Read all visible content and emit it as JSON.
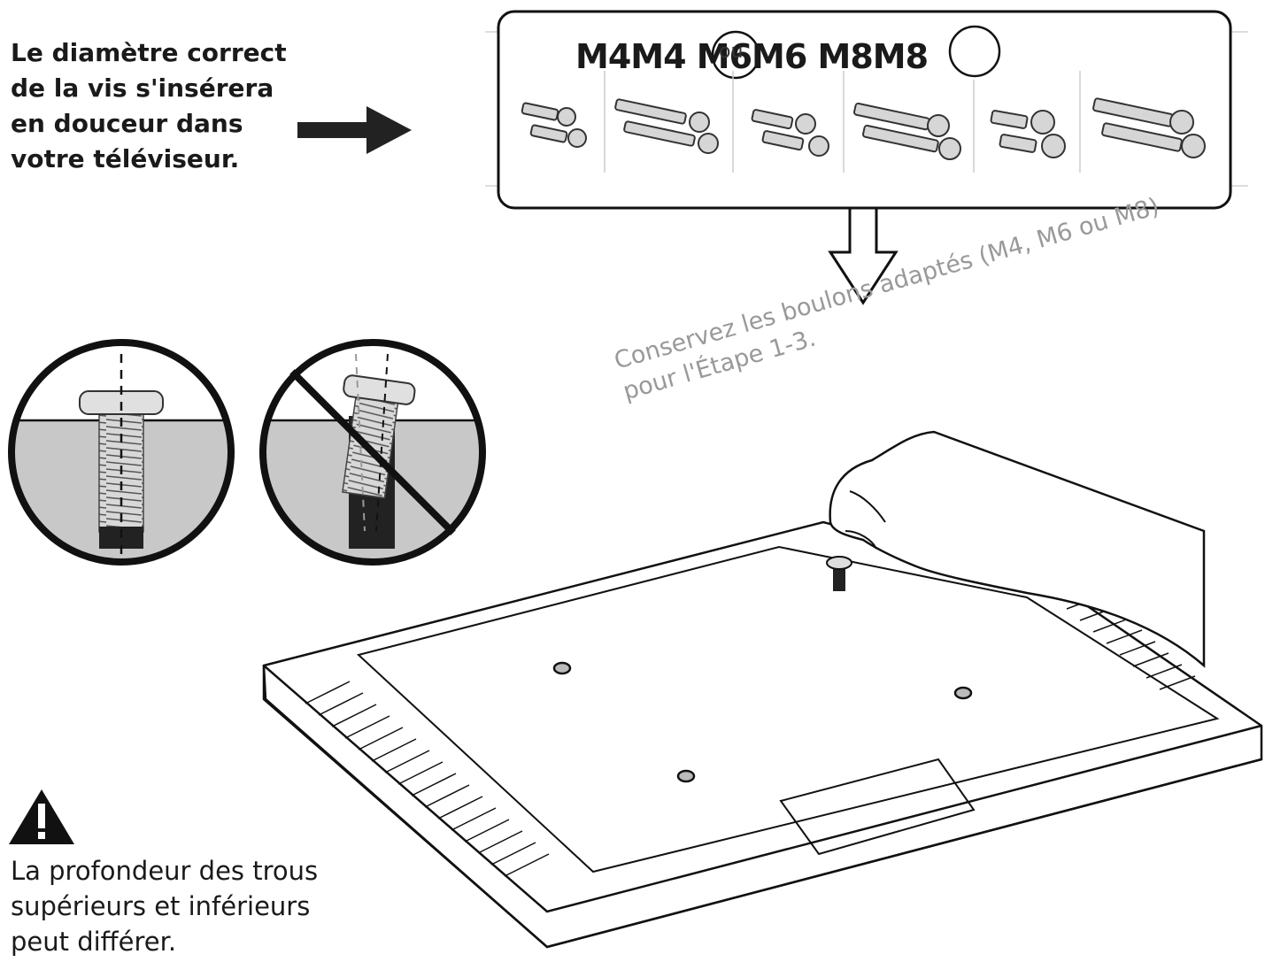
{
  "intro": {
    "lines": [
      "Le diamètre correct",
      "de la vis s'insérera",
      "en douceur dans",
      "votre téléviseur."
    ]
  },
  "screw_sizes": {
    "labels": [
      "M4M4",
      "M6M6",
      "M8M8"
    ],
    "or_label": "ou"
  },
  "keep_note": {
    "lines": [
      "Conservez les boulons adaptés (M4, M6 ou M8)",
      "pour l'Étape 1-3."
    ]
  },
  "warning": {
    "icon": "warning-triangle-icon",
    "lines": [
      "La profondeur des trous",
      "supérieurs et inférieurs",
      "peut différer."
    ]
  }
}
